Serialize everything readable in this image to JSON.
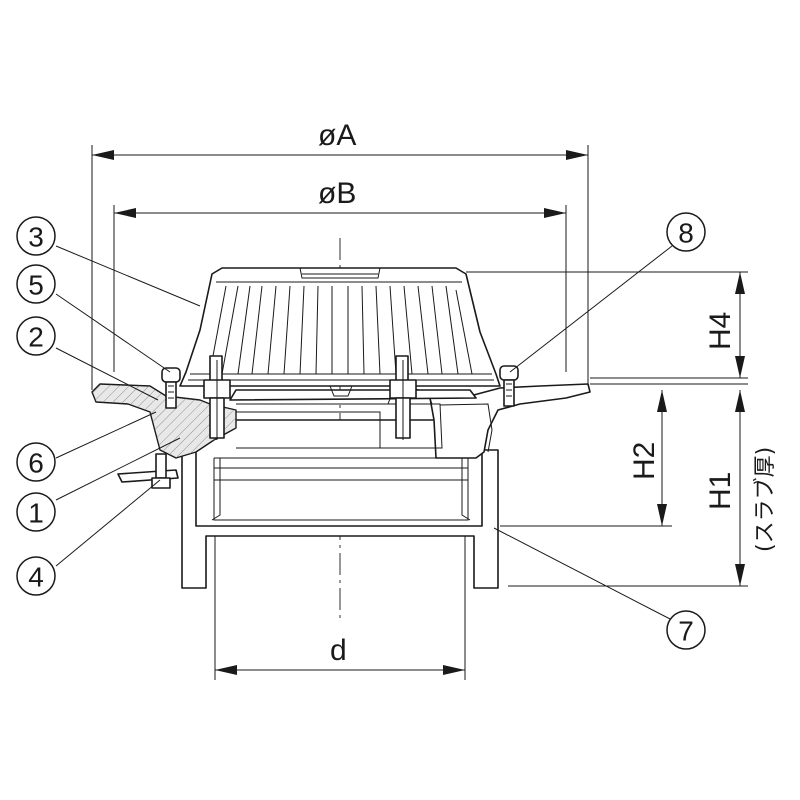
{
  "dimensions": {
    "dia_a": "øA",
    "dia_b": "øB",
    "d": "d",
    "h1": "H1",
    "h2": "H2",
    "h4": "H4",
    "slab": "(スラブ厚)"
  },
  "parts": [
    {
      "id": "p1",
      "label": "1"
    },
    {
      "id": "p2",
      "label": "2"
    },
    {
      "id": "p3",
      "label": "3"
    },
    {
      "id": "p4",
      "label": "4"
    },
    {
      "id": "p5",
      "label": "5"
    },
    {
      "id": "p6",
      "label": "6"
    },
    {
      "id": "p7",
      "label": "7"
    },
    {
      "id": "p8",
      "label": "8"
    }
  ]
}
